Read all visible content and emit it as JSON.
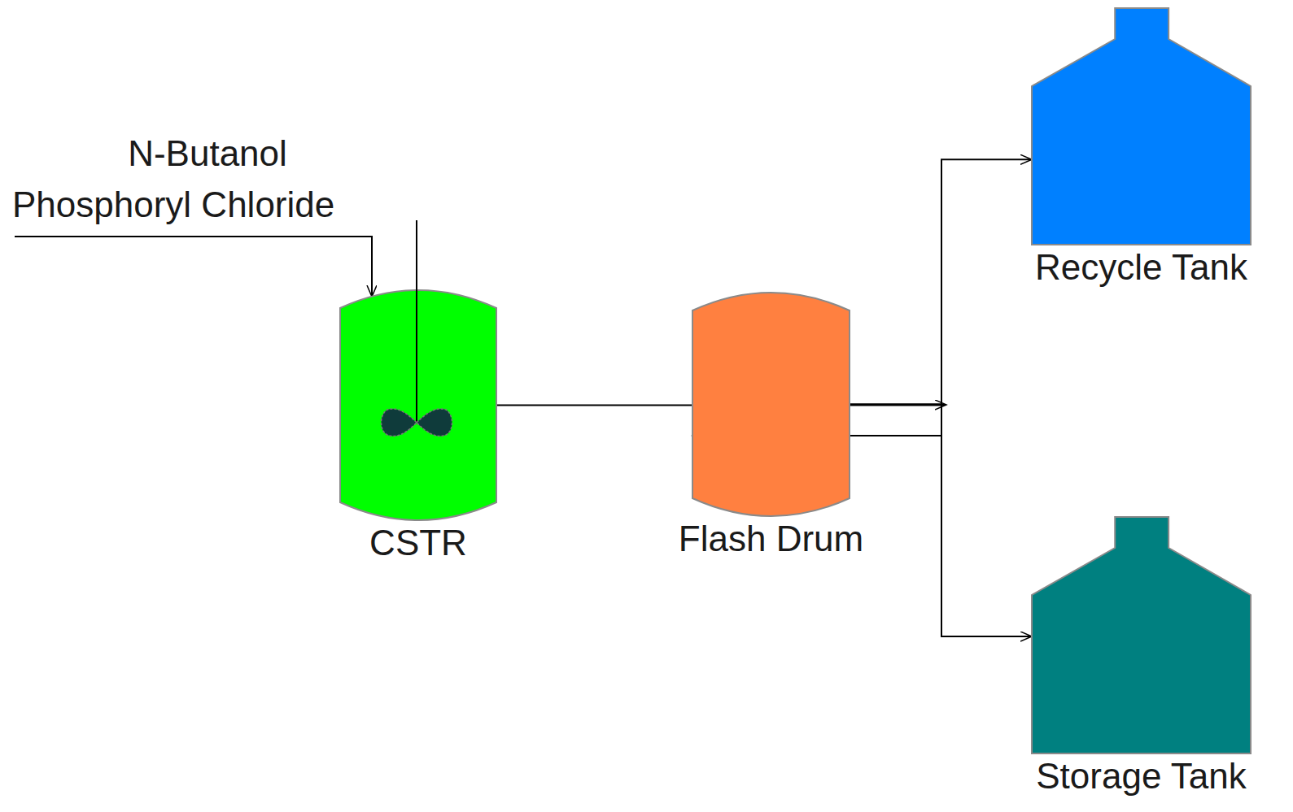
{
  "diagram": {
    "nodes": [
      {
        "text": [
          "CSTR"
        ]
      },
      {
        "text": [
          "Flash Drum"
        ]
      },
      {
        "text": [
          "Recycle Tank"
        ]
      },
      {
        "text": [
          "Storage Tank"
        ]
      }
    ],
    "edges": [
      {
        "from": 0,
        "to": 1,
        "arrow": "to"
      },
      {
        "from": 1,
        "to": 2,
        "arrow": "to"
      },
      {
        "from": 1,
        "to": 3,
        "arrow": "to"
      }
    ],
    "labels": [
      "N-Butanol",
      "Phosphoryl Chloride"
    ]
  }
}
